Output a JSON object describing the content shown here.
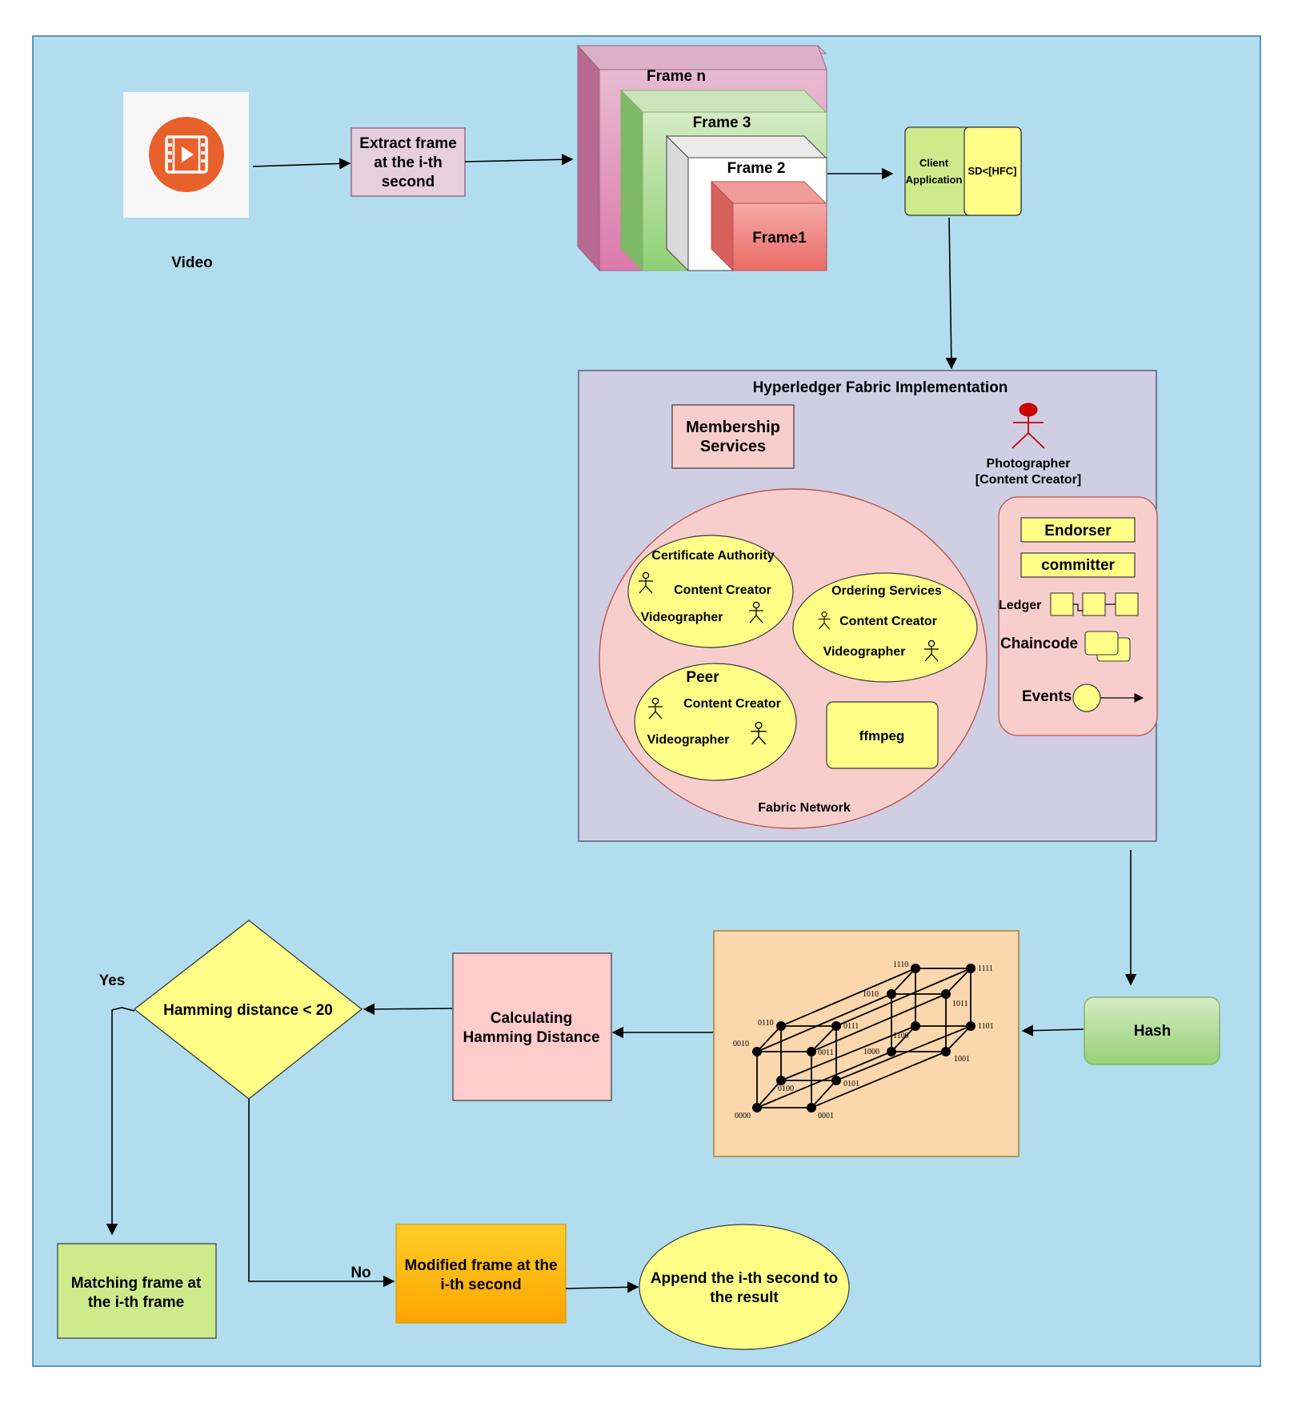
{
  "video": {
    "label": "Video",
    "icon": "video-play-icon"
  },
  "extract": {
    "lines": [
      "Extract frame",
      "at the i-th",
      "second"
    ]
  },
  "frames": {
    "n": "Frame n",
    "f3": "Frame 3",
    "f2": "Frame 2",
    "f1": "Frame1"
  },
  "client": {
    "app_lines": [
      "Client",
      "Application"
    ],
    "sd": "SD<[HFC]"
  },
  "fabric": {
    "title": "Hyperledger Fabric Implementation",
    "membership_lines": [
      "Membership",
      "Services"
    ],
    "photographer_lines": [
      "Photographer",
      "[Content Creator]"
    ],
    "network_label": "Fabric Network",
    "ca": {
      "title": "Certificate Authority",
      "creator": "Content Creator",
      "videographer": "Videographer"
    },
    "ordering": {
      "title": "Ordering Services",
      "creator": "Content Creator",
      "videographer": "Videographer"
    },
    "peer": {
      "title": "Peer",
      "creator": "Content Creator",
      "videographer": "Videographer"
    },
    "ffmpeg": "ffmpeg",
    "components": {
      "endorser": "Endorser",
      "committer": "committer",
      "ledger": "Ledger",
      "chaincode": "Chaincode",
      "events": "Events"
    }
  },
  "hash": "Hash",
  "hypercube": {
    "labels": [
      "0000",
      "0001",
      "0010",
      "0011",
      "0100",
      "0101",
      "0110",
      "0111",
      "1000",
      "1001",
      "1010",
      "1011",
      "1100",
      "1101",
      "1110",
      "1111"
    ]
  },
  "calc_lines": [
    "Calculating",
    "Hamming Distance"
  ],
  "decision": "Hamming distance < 20",
  "yes": "Yes",
  "no": "No",
  "match_lines": [
    "Matching frame at",
    "the i-th frame"
  ],
  "modified_lines": [
    "Modified frame at the",
    "i-th second"
  ],
  "append_lines": [
    "Append the i-th second to",
    "the result"
  ],
  "colors": {
    "background": "#b1ddef",
    "border": "#3f7fa6",
    "extract": "#e6d0de",
    "client": "#cdeb8b",
    "yellow": "#ffff88",
    "fabric": "#d0cee2",
    "membership": "#f8cecc",
    "network": "#f8cecc",
    "hash": "#97d077",
    "hypercube": "#fad7ac",
    "calc": "#ffcccc",
    "match": "#cdeb8b",
    "modified": "#ffa500",
    "video_icon": "#e8602c",
    "actor_red": "#cc0000"
  }
}
